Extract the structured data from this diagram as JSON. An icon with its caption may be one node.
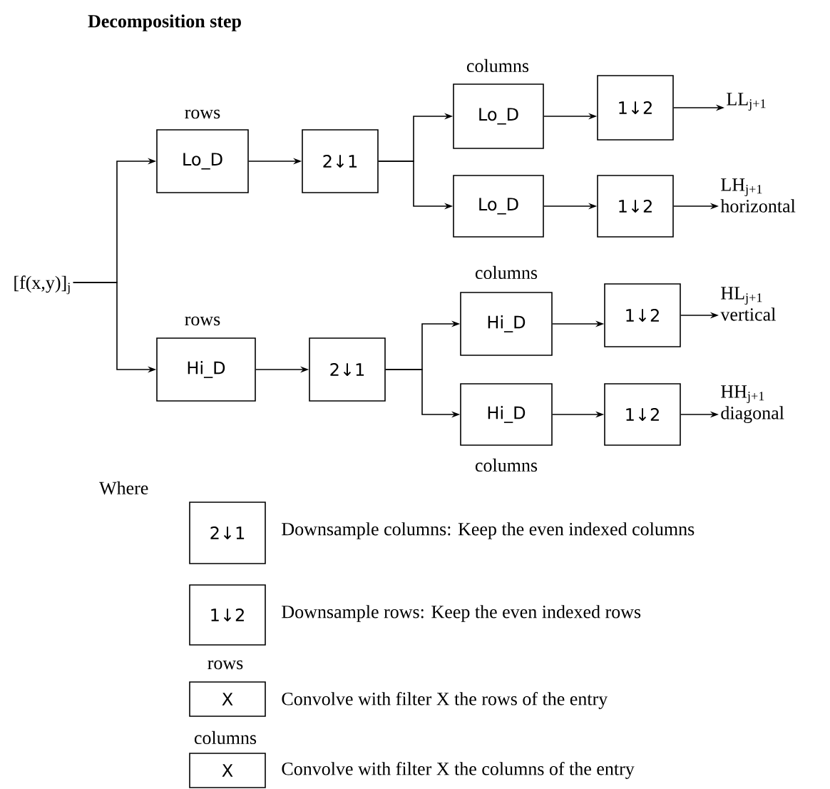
{
  "diagram": {
    "title": "Decomposition step",
    "nodes": [
      {
        "text": [
          "[f(x,y)]$_{j}$"
        ]
      },
      {
        "text": [
          "Lo_D"
        ],
        "beside": [
          "rows"
        ]
      },
      {
        "text": [
          "2↓1"
        ]
      },
      {
        "text": [
          "Hi_D"
        ],
        "beside": [
          "rows"
        ]
      },
      {
        "text": [
          "2↓1"
        ]
      },
      {
        "text": [
          "Lo_D"
        ],
        "beside": [
          "columns"
        ]
      },
      {
        "text": [
          "1↓2"
        ]
      },
      {
        "text": [
          "Lo_D"
        ]
      },
      {
        "text": [
          "1↓2"
        ]
      },
      {
        "text": [
          "Hi_D"
        ],
        "beside": [
          "columns"
        ]
      },
      {
        "text": [
          "1↓2"
        ]
      },
      {
        "text": [
          "Hi_D"
        ],
        "beside": [
          "columns"
        ]
      },
      {
        "text": [
          "1↓2"
        ]
      },
      {
        "text": [
          "LL$_{j+1}$"
        ]
      },
      {
        "text": [
          "LH$_{j+1}$",
          "horizontal"
        ]
      },
      {
        "text": [
          "HL$_{j+1}$",
          "vertical"
        ]
      },
      {
        "text": [
          "HH$_{j+1}$",
          "diagonal"
        ]
      },
      {
        "text": [
          "2↓1"
        ],
        "beside": [
          "Downsample columns: Keep the even indexed columns"
        ]
      },
      {
        "text": [
          "1↓2"
        ],
        "beside": [
          "Downsample rows: Keep the even indexed rows"
        ]
      },
      {
        "text": [
          "X"
        ],
        "beside": [
          "rows",
          "Convolve with filter X the rows of the entry"
        ]
      },
      {
        "text": [
          "X"
        ],
        "beside": [
          "columns",
          "Convolve with filter X the columns of the entry"
        ]
      }
    ],
    "edges": [
      {
        "from": 0,
        "to": 1,
        "arrow": "to"
      },
      {
        "from": 0,
        "to": 3,
        "arrow": "to"
      },
      {
        "from": 1,
        "to": 2,
        "arrow": "to"
      },
      {
        "from": 2,
        "to": 5,
        "arrow": "to"
      },
      {
        "from": 2,
        "to": 7,
        "arrow": "to"
      },
      {
        "from": 5,
        "to": 6,
        "arrow": "to"
      },
      {
        "from": 6,
        "to": 13,
        "arrow": "to"
      },
      {
        "from": 7,
        "to": 8,
        "arrow": "to"
      },
      {
        "from": 8,
        "to": 14,
        "arrow": "to"
      },
      {
        "from": 3,
        "to": 4,
        "arrow": "to"
      },
      {
        "from": 4,
        "to": 9,
        "arrow": "to"
      },
      {
        "from": 4,
        "to": 11,
        "arrow": "to"
      },
      {
        "from": 9,
        "to": 10,
        "arrow": "to"
      },
      {
        "from": 10,
        "to": 15,
        "arrow": "to"
      },
      {
        "from": 11,
        "to": 12,
        "arrow": "to"
      },
      {
        "from": 12,
        "to": 16,
        "arrow": "to"
      }
    ],
    "labels": [
      "Where"
    ]
  }
}
